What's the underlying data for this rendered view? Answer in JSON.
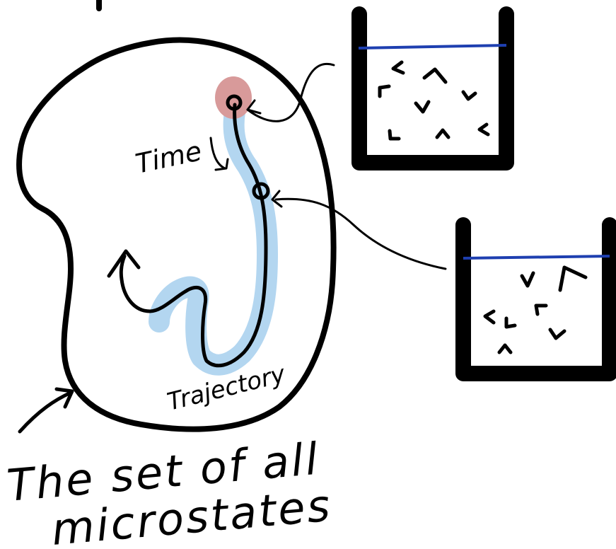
{
  "labels": {
    "time": "Time",
    "trajectory": "Trajectory",
    "caption_line1": "The set of all",
    "caption_line2": "microstates"
  },
  "colors": {
    "ink": "#000000",
    "trajectory_highlight": "#b3d6f0",
    "start_highlight": "#d89a9a",
    "water_line": "#1e3fb0"
  }
}
